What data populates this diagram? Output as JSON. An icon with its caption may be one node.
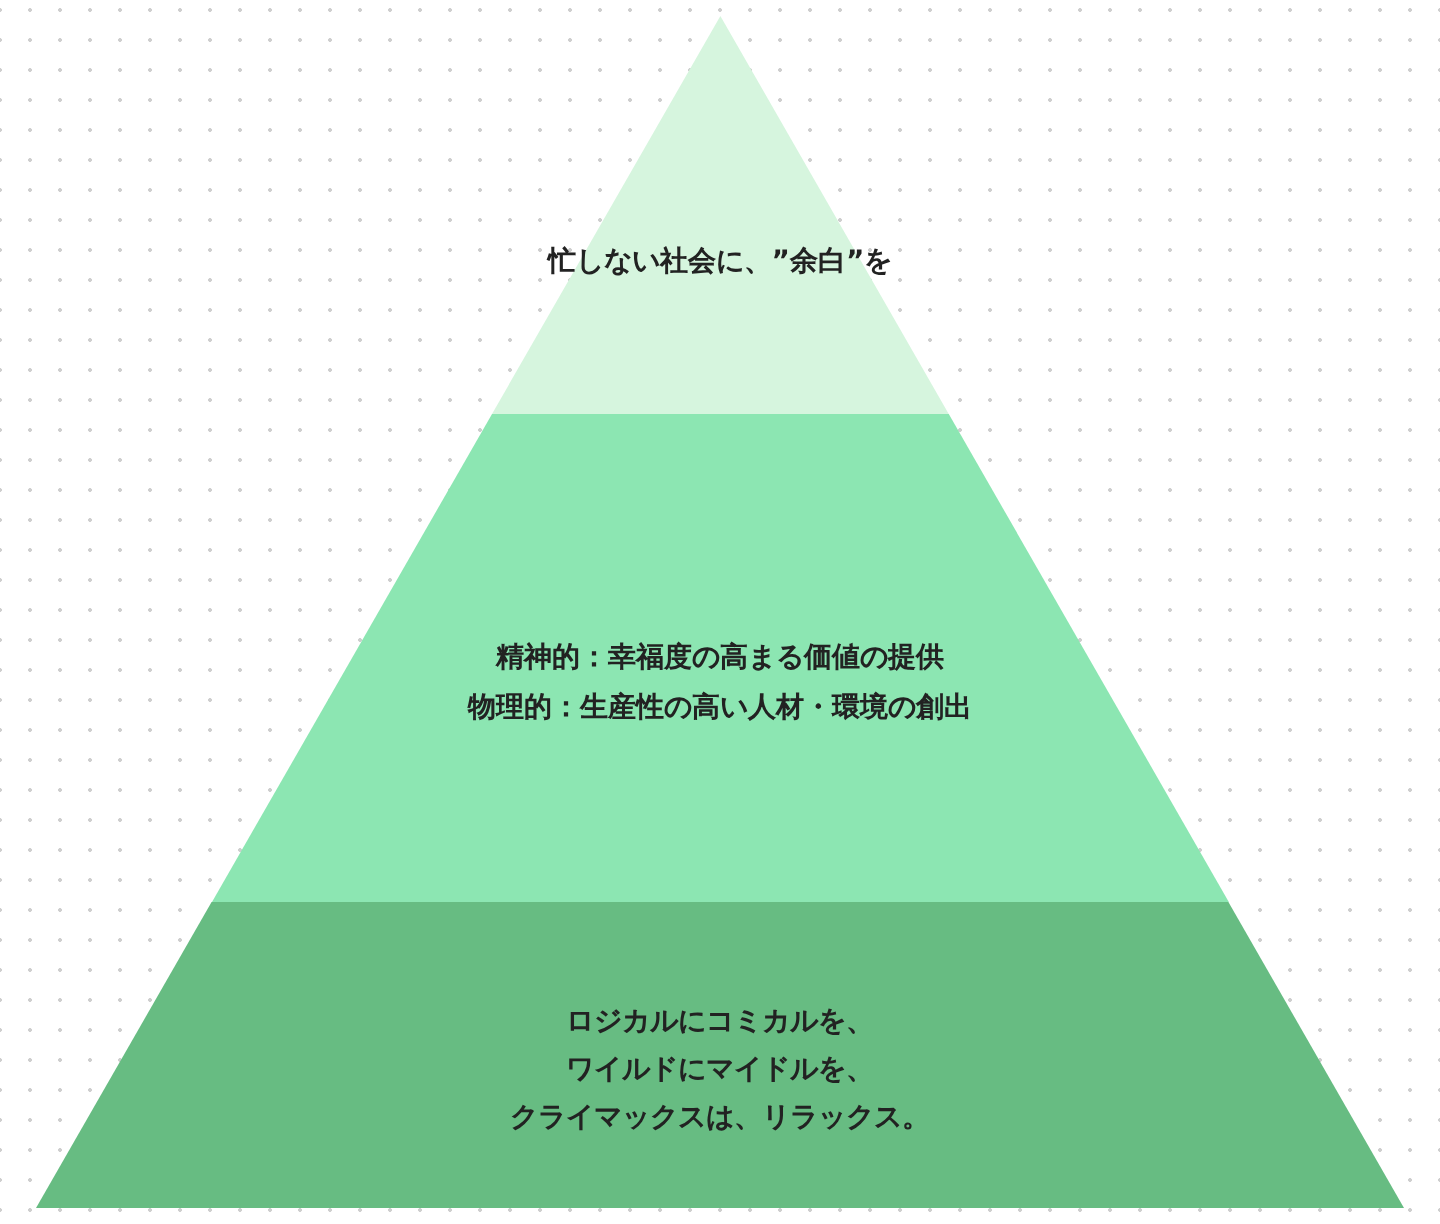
{
  "diagram": {
    "nodes": [
      {
        "text": [
          "忙しない社会に、”余白”を"
        ]
      },
      {
        "text": [
          "精神的：幸福度の高まる価値の提供",
          "物理的：生産性の高い人材・環境の創出"
        ]
      },
      {
        "text": [
          "ロジカルにコミカルを、",
          "ワイルドにマイドルを、",
          "クライマックスは、リラックス。"
        ]
      }
    ]
  }
}
